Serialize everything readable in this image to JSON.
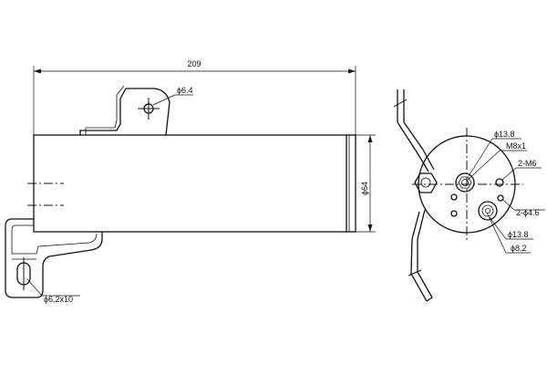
{
  "labels": {
    "overall_length": "209",
    "top_hole": "ϕ6.4",
    "diameter": "ϕ64",
    "slot": "ϕ6.2x10",
    "port_upper_dia": "ϕ13.8",
    "thread": "M8x1",
    "mount_thread": "2-M6",
    "mount_hole": "2-ϕ4.6",
    "port_lower_dia": "ϕ13.8",
    "port_lower_bore": "ϕ8.2"
  }
}
